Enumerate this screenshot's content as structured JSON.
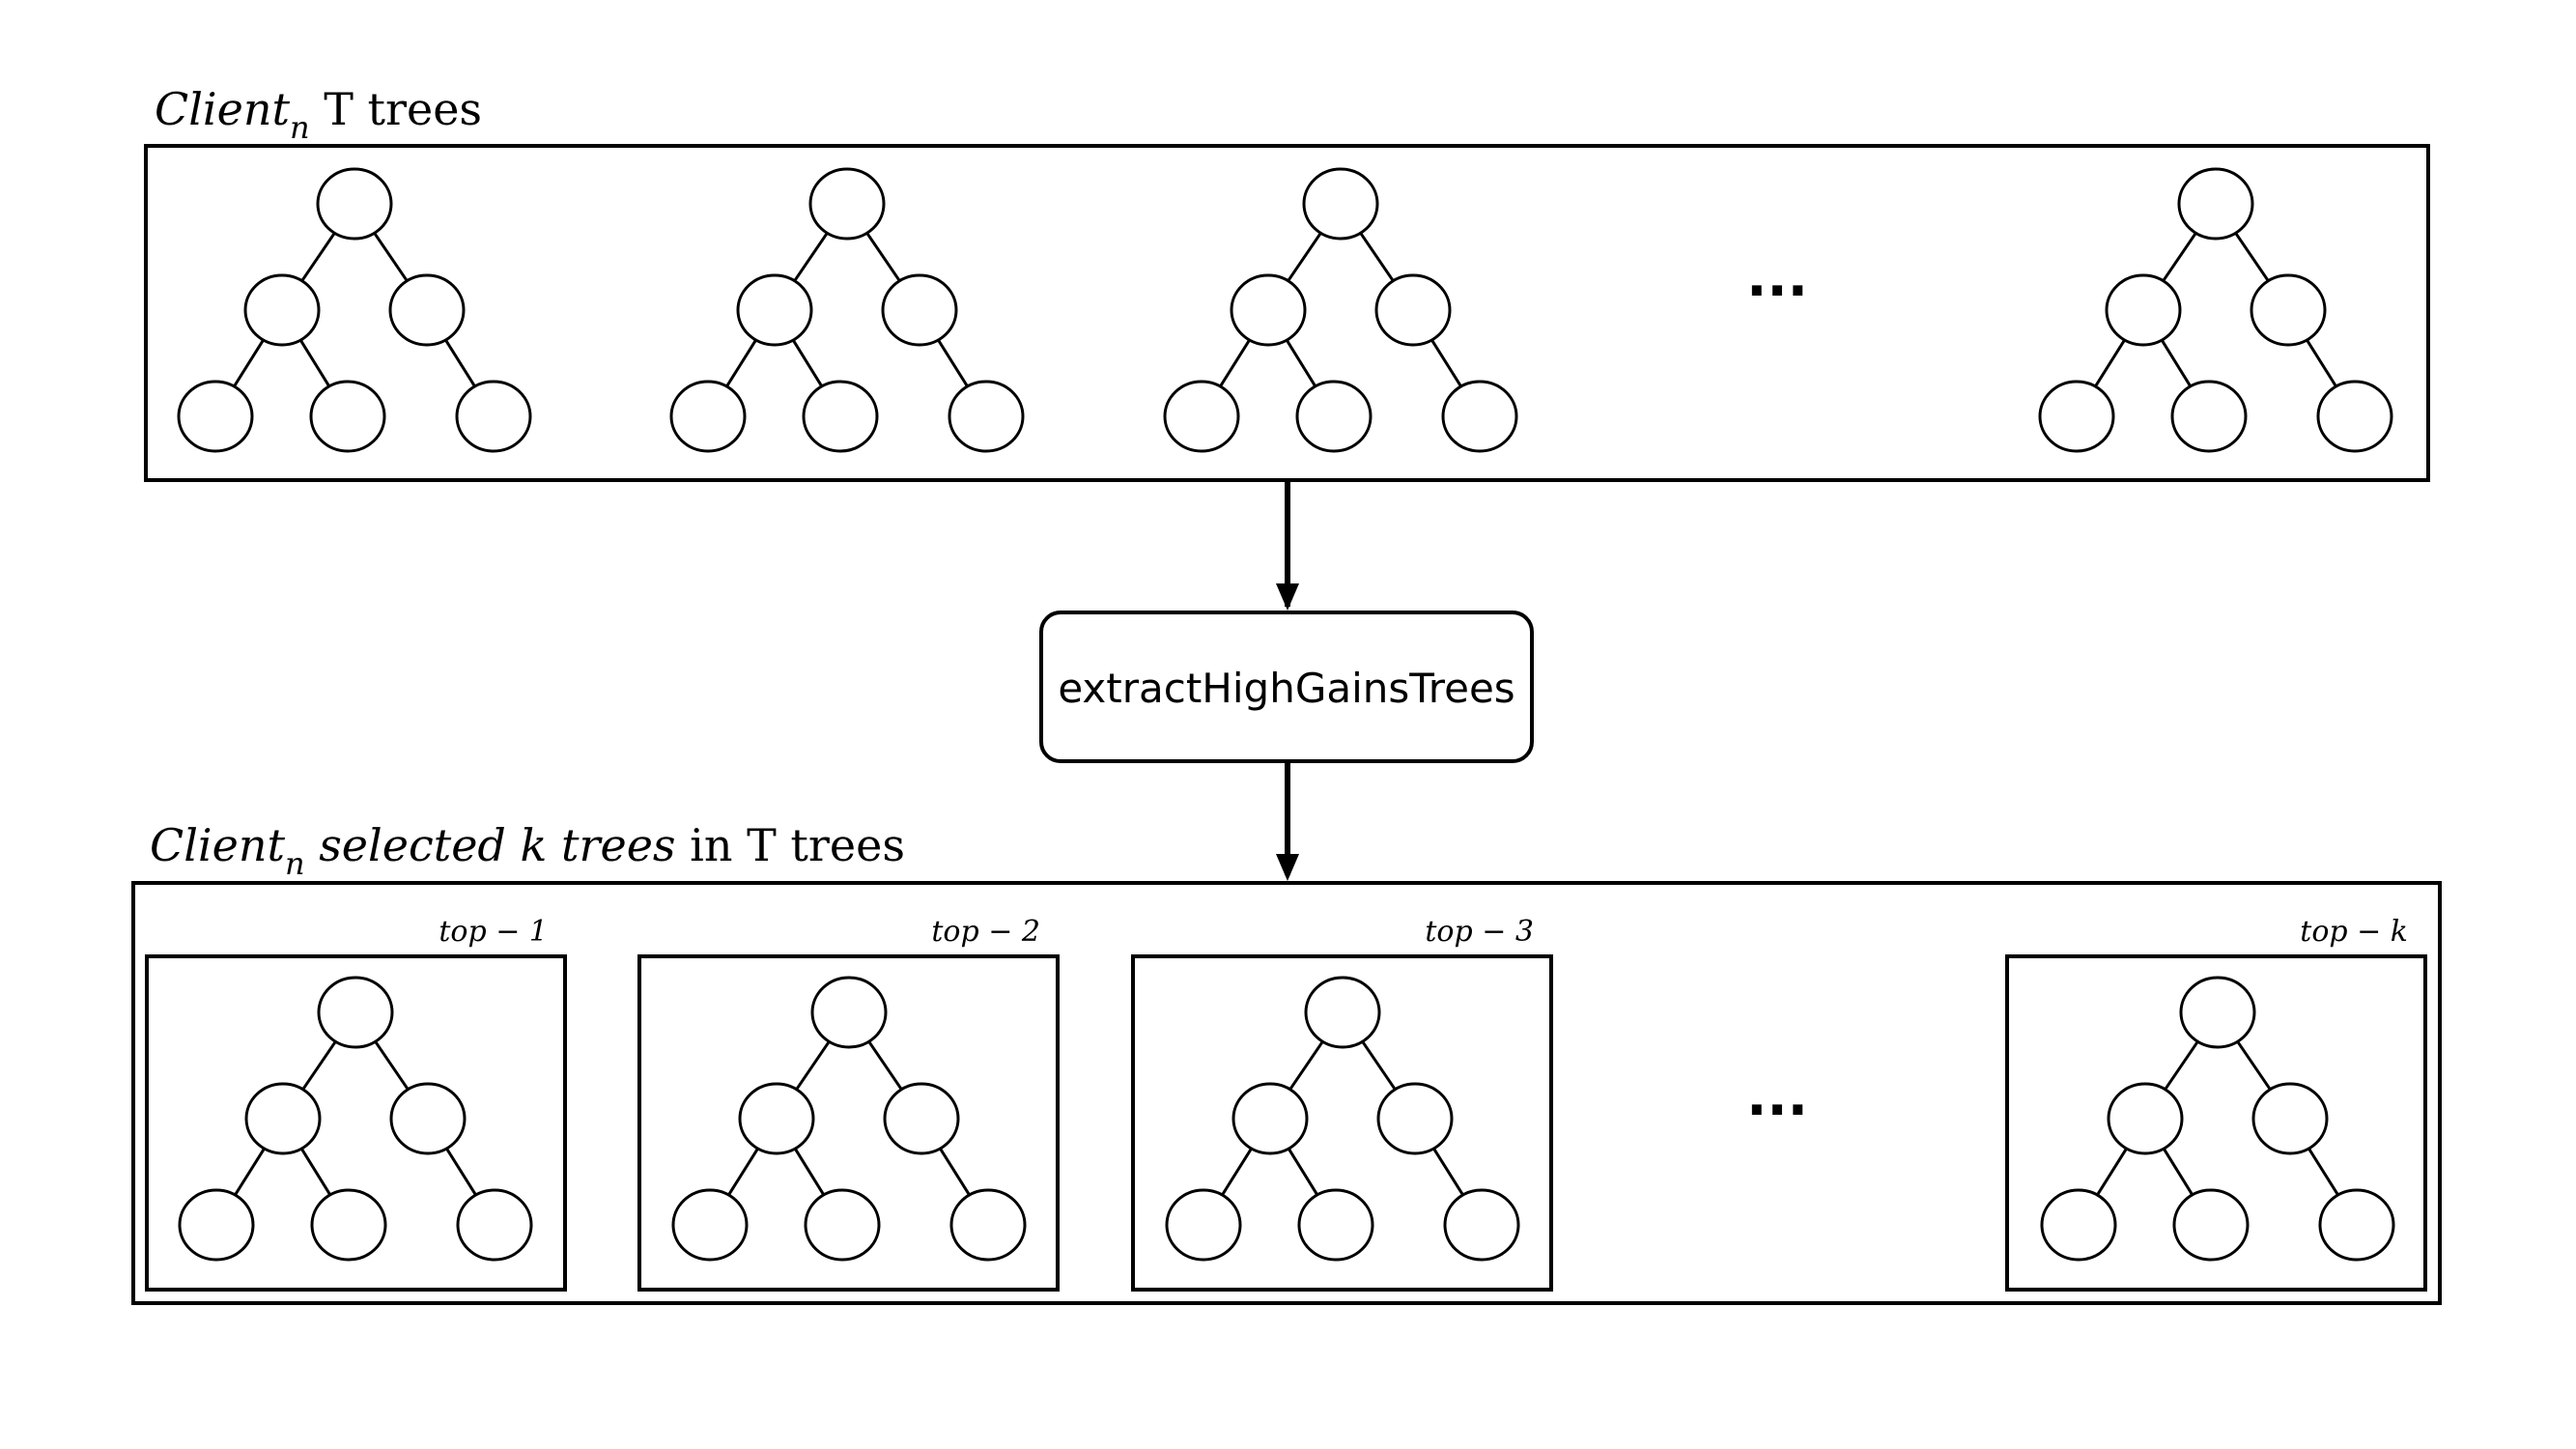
{
  "top_section": {
    "title_var": "Client",
    "title_sub": "n",
    "title_rest": " T trees",
    "ellipsis": "···"
  },
  "process": {
    "label": "extractHighGainsTrees"
  },
  "bottom_section": {
    "title_var": "Client",
    "title_sub": "n",
    "title_italic": " selected k trees",
    "title_rest": " in T trees",
    "ellipsis": "···",
    "ranks": [
      "top − 1",
      "top − 2",
      "top − 3",
      "top − k"
    ]
  },
  "colors": {
    "stroke": "#000000",
    "background": "#ffffff"
  }
}
